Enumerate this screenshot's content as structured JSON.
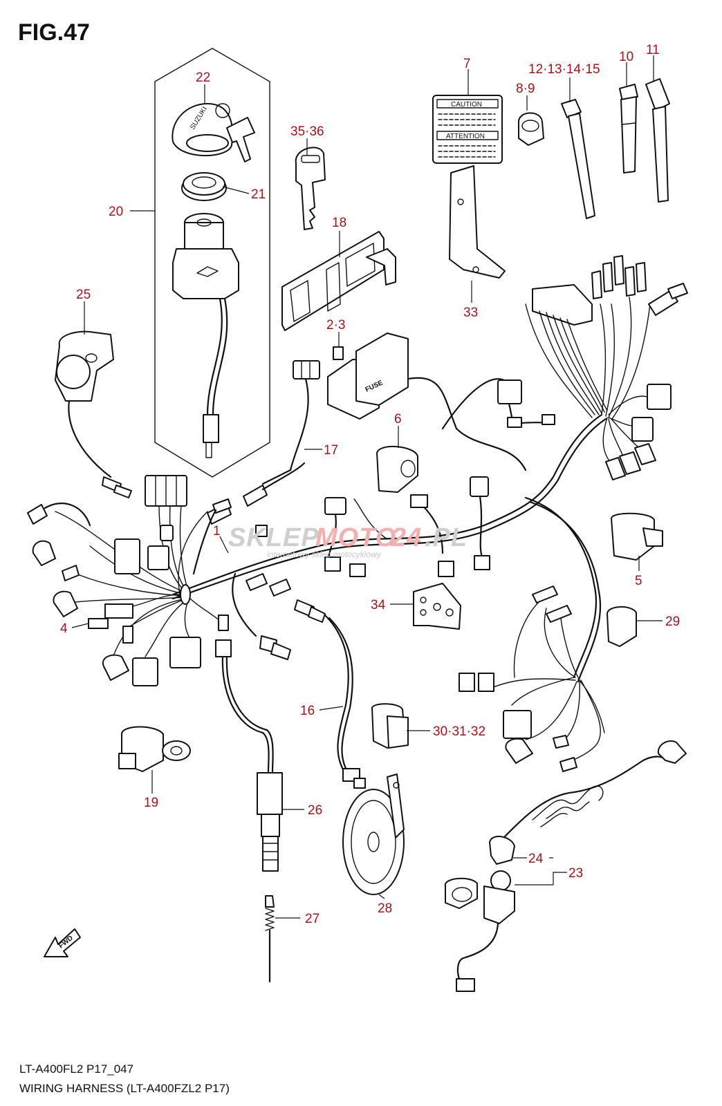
{
  "figure": {
    "title": "FIG.47"
  },
  "footer": {
    "model_code": "LT-A400FL2 P17_047",
    "caption": "WIRING HARNESS (LT-A400FZL2 P17)"
  },
  "watermark": {
    "brand_a": "SKLEP",
    "brand_b": "MOTO",
    "brand_c": "24",
    "suffix": ".PL",
    "tagline": "internetowy sklep motocyklowy"
  },
  "labels": {
    "caution": "CAUTION",
    "attention": "ATTENTION",
    "fuse": "FUSE",
    "suzuki": "SUZUKI",
    "fwd": "FWD"
  },
  "callouts": [
    "22",
    "21",
    "20",
    "35·36",
    "18",
    "7",
    "8·9",
    "12·13·14·15",
    "10",
    "11",
    "33",
    "2·3",
    "25",
    "17",
    "6",
    "1",
    "4",
    "5",
    "34",
    "29",
    "16",
    "30·31·32",
    "19",
    "26",
    "28",
    "24",
    "23",
    "27"
  ]
}
